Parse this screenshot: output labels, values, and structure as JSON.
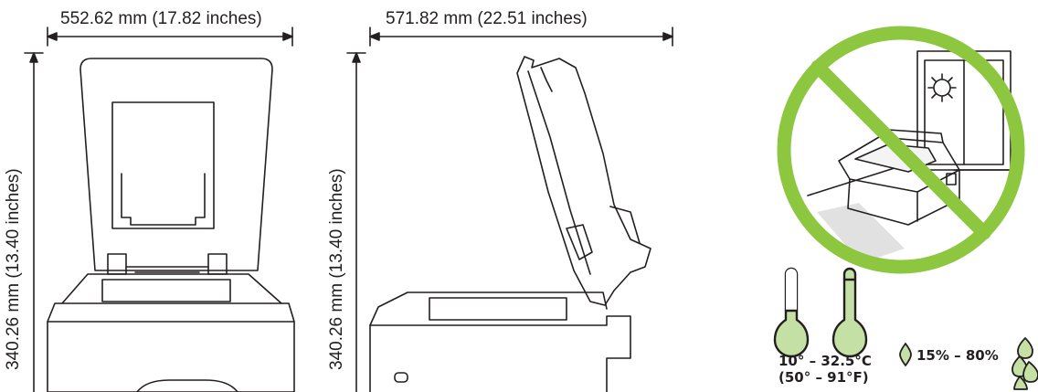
{
  "dimensions": {
    "front_width": "552.62 mm (17.82 inches)",
    "side_depth": "571.82 mm (22.51 inches)",
    "front_height": "340.26 mm (13.40 inches)",
    "side_height": "340.26 mm (13.40 inches)"
  },
  "environment": {
    "temperature_c": "10° – 32.5°C",
    "temperature_f": "(50° – 91°F)",
    "humidity": "15% – 80%"
  },
  "colors": {
    "line": "#231f20",
    "prohibition": "#8dc63f",
    "thermo_fill": "#c5e0a5"
  },
  "icons": [
    "no-sunlight-icon",
    "thermometer-low-icon",
    "thermometer-high-icon",
    "water-drop-icon",
    "water-drops-icon"
  ]
}
